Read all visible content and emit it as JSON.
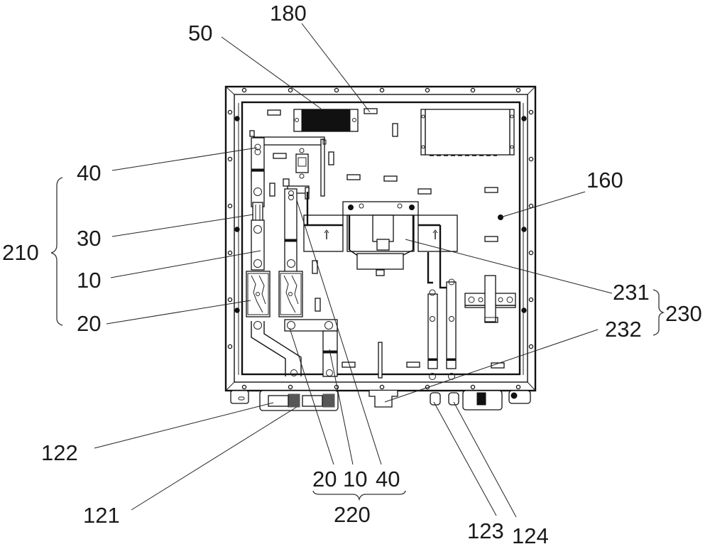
{
  "figure": {
    "description_labels": {
      "l50": "50",
      "l180": "180",
      "l40_top": "40",
      "l30": "30",
      "l10_left": "10",
      "l20_left": "20",
      "l210": "210",
      "l160": "160",
      "l231": "231",
      "l232": "232",
      "l230": "230",
      "l122": "122",
      "l121": "121",
      "l20_bottom": "20",
      "l10_bottom": "10",
      "l40_bottom": "40",
      "l220": "220",
      "l123": "123",
      "l124": "124"
    },
    "ink_color": "#111111",
    "background_color": "#ffffff"
  }
}
